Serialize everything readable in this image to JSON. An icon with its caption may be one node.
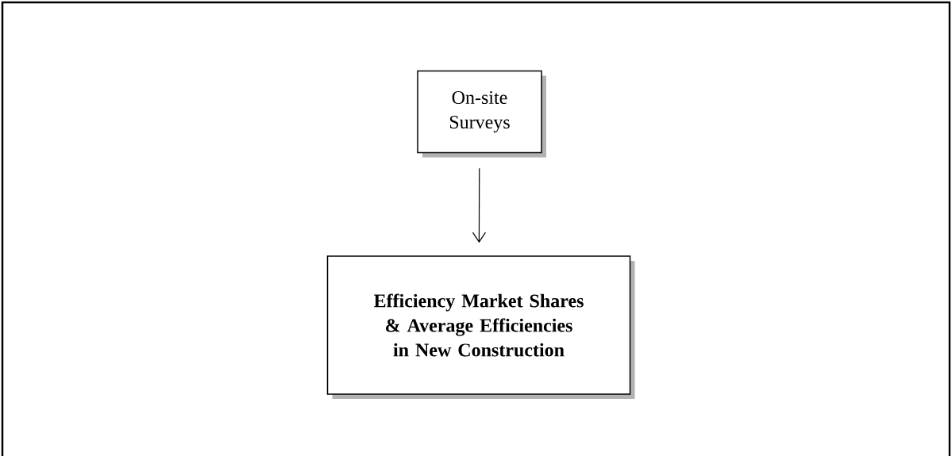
{
  "diagram": {
    "nodes": [
      {
        "text": [
          "On-site Surveys"
        ]
      },
      {
        "text": [
          "**Efficiency Market Shares & Average Efficiencies in New Construction**"
        ]
      }
    ],
    "edges": [
      {
        "from": 0,
        "to": 1,
        "arrow": "to"
      }
    ]
  }
}
